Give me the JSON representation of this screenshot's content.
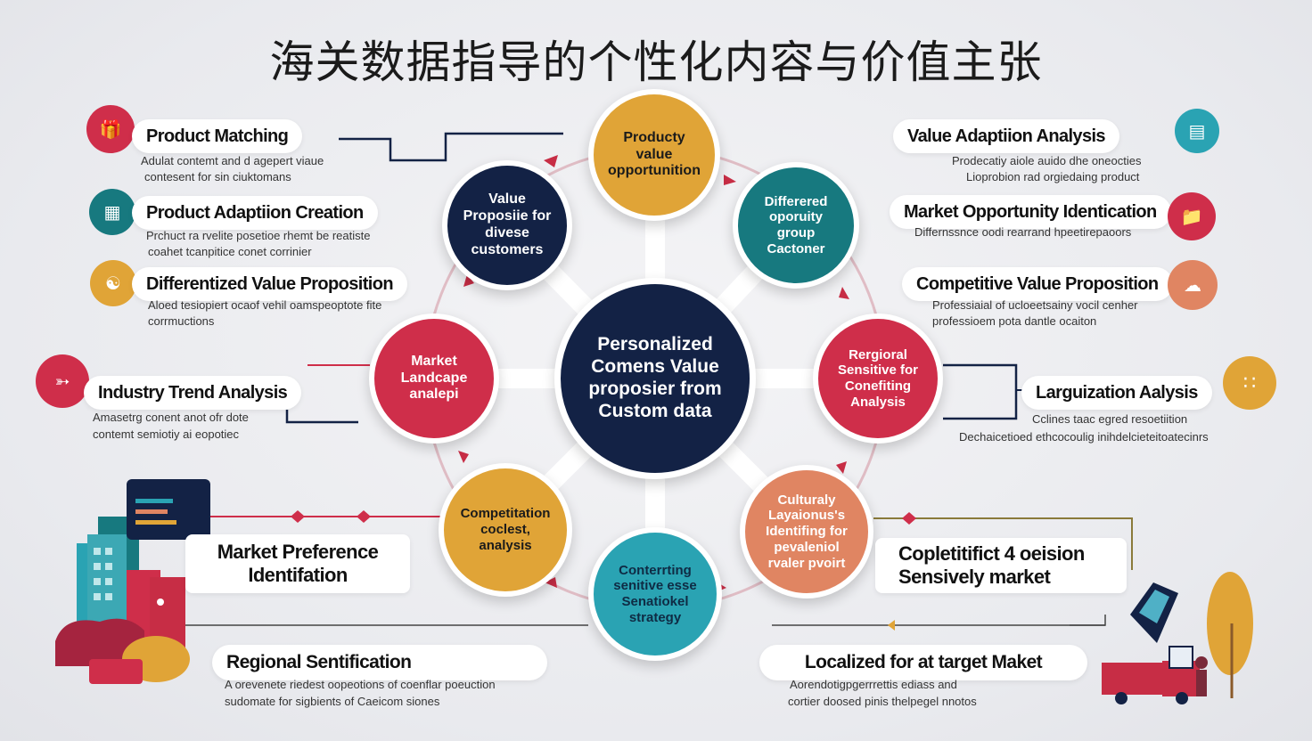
{
  "title": "海关数据指导的个性化内容与价值主张",
  "center": "Personalized Comens Value proposier from Custom data",
  "ring": [
    {
      "id": "top",
      "label": "Producty value opportunition",
      "color": "#e0a437"
    },
    {
      "id": "upper_right",
      "label": "Differered oporuity group Cactoner",
      "color": "#17797f"
    },
    {
      "id": "right",
      "label": "Rergioral Sensitive for Conefiting Analysis",
      "color": "#cf2e4a"
    },
    {
      "id": "lower_right",
      "label": "Culturaly Layaionus's Identifing for pevaleniol rvaler pvoirt",
      "color": "#e08562"
    },
    {
      "id": "bottom",
      "label": "Conterrting senitive esse Senatiokel strategy",
      "color": "#2aa3b3"
    },
    {
      "id": "lower_left",
      "label": "Competitation coclest, analysis",
      "color": "#e0a437"
    },
    {
      "id": "left",
      "label": "Market Landcape analepi",
      "color": "#cf2e4a"
    },
    {
      "id": "upper_left",
      "label": "Value Proposiie for divese customers",
      "color": "#132245"
    }
  ],
  "left_items": [
    {
      "label": "Product Matching",
      "desc1": "Adulat contemt and d agepert viaue",
      "desc2": "contesent for sin ciuktomans",
      "icon": "gift-icon",
      "icon_color": "#cf2e4a"
    },
    {
      "label": "Product Adaptiion Creation",
      "desc1": "Prchuct ra rvelite posetioe rhemt be reatiste",
      "desc2": "coahet tcanpitice conet corrinier",
      "icon": "box-icon",
      "icon_color": "#17797f"
    },
    {
      "label": "Differentized Value Proposition",
      "desc1": "Aloed tesiopiert ocaof vehil oamspeoptote fite",
      "desc2": "corrmuctions",
      "icon": "handshake-icon",
      "icon_color": "#e0a437"
    },
    {
      "label": "Industry Trend Analysis",
      "desc1": "Amasetrg conent anot ofr dote",
      "desc2": "contemt semiotiy ai eopotiec",
      "icon": "trend-icon",
      "icon_color": "#cf2e4a"
    }
  ],
  "right_items": [
    {
      "label": "Value Adaptiion Analysis",
      "desc1": "Prodecatiy aiole auido dhe oneocties",
      "desc2": "Lioprobion rad orgiedaing product",
      "icon": "chart-icon",
      "icon_color": "#2aa3b3"
    },
    {
      "label": "Market Opportunity Identication",
      "desc1": "Differnssnce oodi rearrand hpeetirepaoors",
      "desc2": "",
      "icon": "folder-icon",
      "icon_color": "#cf2e4a"
    },
    {
      "label": "Competitive Value Proposition",
      "desc1": "Professiaial of ucloeetsainy vocil cenher",
      "desc2": "professioem pota dantle ocaiton",
      "icon": "cloud-icon",
      "icon_color": "#e08562"
    },
    {
      "label": "Larguization Aalysis",
      "desc1": "Cclines taac egred resoetiition",
      "desc2": "Dechaicetioed ethcocoulig inihdelcieteitoatecinrs",
      "icon": "dots-icon",
      "icon_color": "#e0a437"
    }
  ],
  "bottom_left": {
    "box1": "Market Preference Identifation",
    "box2": "Regional Sentification",
    "desc1": "A orevenete riedest oopeotions of coenflar poeuction",
    "desc2": "sudomate for sigbients of Caeicom siones"
  },
  "bottom_right": {
    "box1": "Copletitifict 4 oeision Sensively market",
    "box2": "Localized for at target Maket",
    "desc1": "Aorendotigpgerrrettis ediass and",
    "desc2": "cortier doosed pinis thelpegel nnotos"
  },
  "colors": {
    "navy": "#132245",
    "red": "#cf2e4a",
    "gold": "#e0a437",
    "teal": "#17797f",
    "cyan": "#2aa3b3",
    "coral": "#e08562"
  }
}
